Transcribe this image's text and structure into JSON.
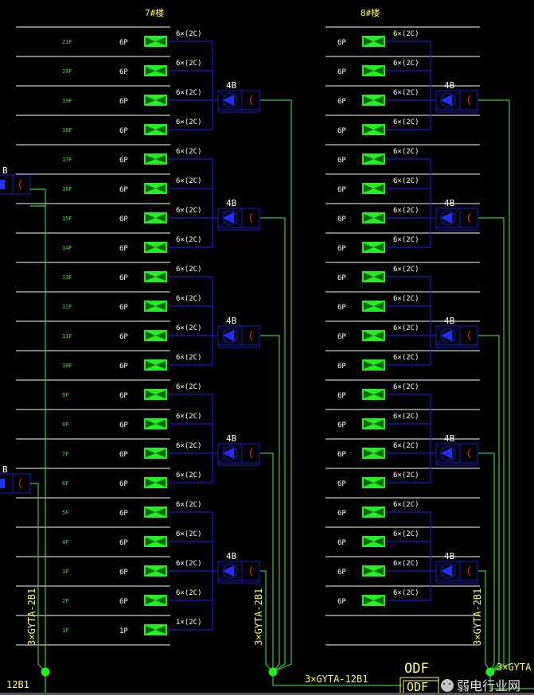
{
  "colors": {
    "background": "#000000",
    "floor_line": "#c8c8c8",
    "floor_label": "#33dd33",
    "outlet_box": "#22ee22",
    "blue_cable": "#1a1acc",
    "green_cable": "#33cc33",
    "title": "#ffff44",
    "white_text": "#ffffff",
    "splitter_mark": "#dd2222",
    "odf": "#ffff66"
  },
  "buildings": [
    {
      "title": "7#楼",
      "floors": [
        {
          "label": "21F",
          "cores": "6P",
          "cable": "6×(2C)"
        },
        {
          "label": "20F",
          "cores": "6P",
          "cable": "6×(2C)"
        },
        {
          "label": "19F",
          "cores": "6P",
          "cable": "6×(2C)"
        },
        {
          "label": "18F",
          "cores": "6P",
          "cable": "6×(2C)"
        },
        {
          "label": "17F",
          "cores": "6P",
          "cable": "6×(2C)"
        },
        {
          "label": "16F",
          "cores": "6P",
          "cable": "6×(2C)"
        },
        {
          "label": "15F",
          "cores": "6P",
          "cable": "6×(2C)"
        },
        {
          "label": "14F",
          "cores": "6P",
          "cable": "6×(2C)"
        },
        {
          "label": "13F",
          "cores": "6P",
          "cable": "6×(2C)"
        },
        {
          "label": "12F",
          "cores": "6P",
          "cable": "6×(2C)"
        },
        {
          "label": "11F",
          "cores": "6P",
          "cable": "6×(2C)"
        },
        {
          "label": "10F",
          "cores": "6P",
          "cable": "6×(2C)"
        },
        {
          "label": "9F",
          "cores": "6P",
          "cable": "6×(2C)"
        },
        {
          "label": "8F",
          "cores": "6P",
          "cable": "6×(2C)"
        },
        {
          "label": "7F",
          "cores": "6P",
          "cable": "6×(2C)"
        },
        {
          "label": "6F",
          "cores": "6P",
          "cable": "6×(2C)"
        },
        {
          "label": "5F",
          "cores": "6P",
          "cable": "6×(2C)"
        },
        {
          "label": "4F",
          "cores": "6P",
          "cable": "6×(2C)"
        },
        {
          "label": "3F",
          "cores": "6P",
          "cable": "6×(2C)"
        },
        {
          "label": "2F",
          "cores": "6P",
          "cable": "6×(2C)"
        },
        {
          "label": "1F",
          "cores": "1P",
          "cable": "1×(2C)"
        }
      ],
      "splitter_label": "4B",
      "riser_cable": "3×GYTA-2B1"
    },
    {
      "title": "8#楼",
      "floors": [
        {
          "label": "",
          "cores": "6P",
          "cable": "6×(2C)"
        },
        {
          "label": "",
          "cores": "6P",
          "cable": "6×(2C)"
        },
        {
          "label": "",
          "cores": "6P",
          "cable": "6×(2C)"
        },
        {
          "label": "",
          "cores": "6P",
          "cable": "6×(2C)"
        },
        {
          "label": "",
          "cores": "6P",
          "cable": "6×(2C)"
        },
        {
          "label": "",
          "cores": "6P",
          "cable": "6×(2C)"
        },
        {
          "label": "",
          "cores": "6P",
          "cable": "6×(2C)"
        },
        {
          "label": "",
          "cores": "6P",
          "cable": "6×(2C)"
        },
        {
          "label": "",
          "cores": "6P",
          "cable": "6×(2C)"
        },
        {
          "label": "",
          "cores": "6P",
          "cable": "6×(2C)"
        },
        {
          "label": "",
          "cores": "6P",
          "cable": "6×(2C)"
        },
        {
          "label": "",
          "cores": "6P",
          "cable": "6×(2C)"
        },
        {
          "label": "",
          "cores": "6P",
          "cable": "6×(2C)"
        },
        {
          "label": "",
          "cores": "6P",
          "cable": "6×(2C)"
        },
        {
          "label": "",
          "cores": "6P",
          "cable": "6×(2C)"
        },
        {
          "label": "",
          "cores": "6P",
          "cable": "6×(2C)"
        },
        {
          "label": "",
          "cores": "6P",
          "cable": "6×(2C)"
        },
        {
          "label": "",
          "cores": "6P",
          "cable": "6×(2C)"
        },
        {
          "label": "",
          "cores": "6P",
          "cable": "6×(2C)"
        },
        {
          "label": "",
          "cores": "6P",
          "cable": "6×(2C)"
        }
      ],
      "splitter_label": "4B",
      "riser_cable": "3×GYTA-2B1"
    }
  ],
  "left_partial": {
    "splitter_label": "B",
    "riser_cable": "3×GYTA-2B1",
    "bottom_label": "12B1"
  },
  "trunk_cable": "3×GYTA-12B1",
  "trunk_cable_right": "3×GYTA",
  "odf": {
    "title": "ODF",
    "box_label": "ODF"
  },
  "watermark": "弱电行业网"
}
